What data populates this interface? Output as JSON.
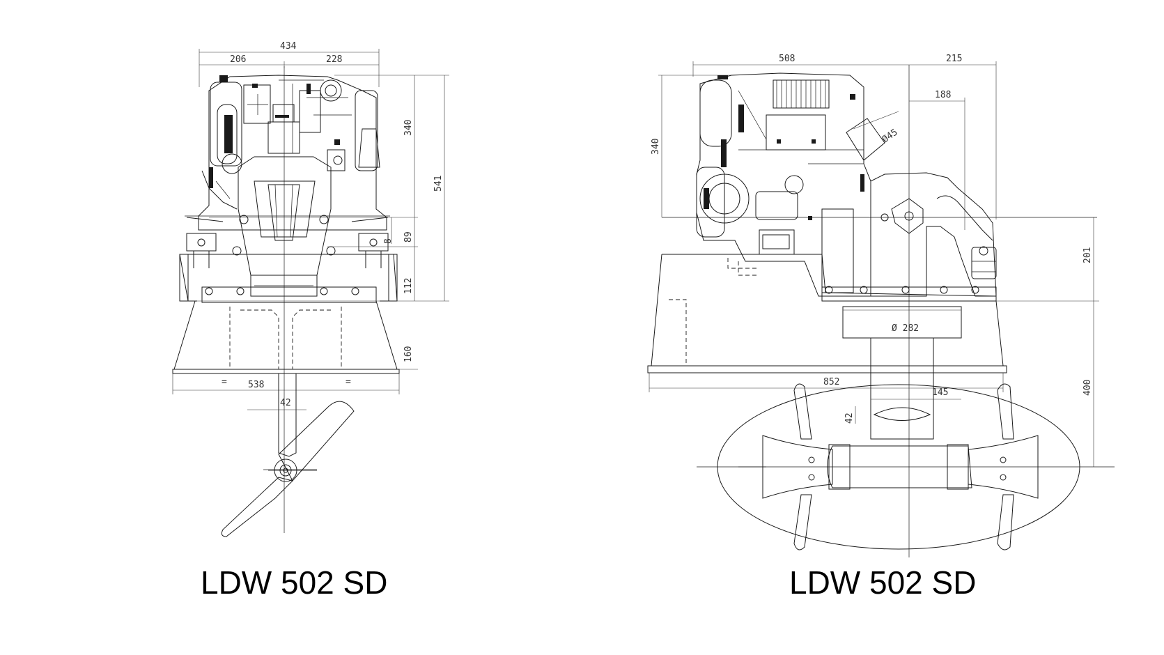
{
  "captions": {
    "front": "LDW 502 SD",
    "side": "LDW 502 SD"
  },
  "front_dims": {
    "overall_width": "434",
    "left_width": "206",
    "right_width": "228",
    "engine_height": "340",
    "total_height": "541",
    "mount_height": "89",
    "offset": "8",
    "base_height": "112",
    "pod_height": "160",
    "base_width": "538",
    "eq": "=",
    "prop_offset": "42"
  },
  "side_dims": {
    "engine_length": "508",
    "rear_overhang": "215",
    "drive_offset": "188",
    "engine_height": "340",
    "exhaust_dia": "Ø45",
    "drive_height": "201",
    "flange_dia": "Ø 282",
    "base_length": "852",
    "strut_offset": "145",
    "strut_thickness": "42",
    "pod_depth": "400"
  }
}
